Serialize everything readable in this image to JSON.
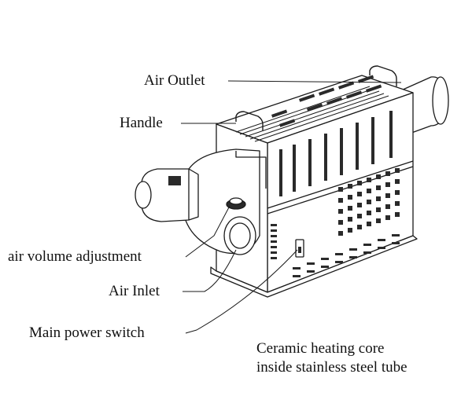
{
  "labels": {
    "air_outlet": "Air Outlet",
    "handle": "Handle",
    "air_volume": "air volume adjustment",
    "air_inlet": "Air Inlet",
    "power_switch": "Main power switch",
    "core_line1": "Ceramic heating core",
    "core_line2": "inside stainless steel tube"
  },
  "colors": {
    "line": "#1a1a1a",
    "fill": "#ffffff",
    "shade": "#2a2a2a"
  }
}
